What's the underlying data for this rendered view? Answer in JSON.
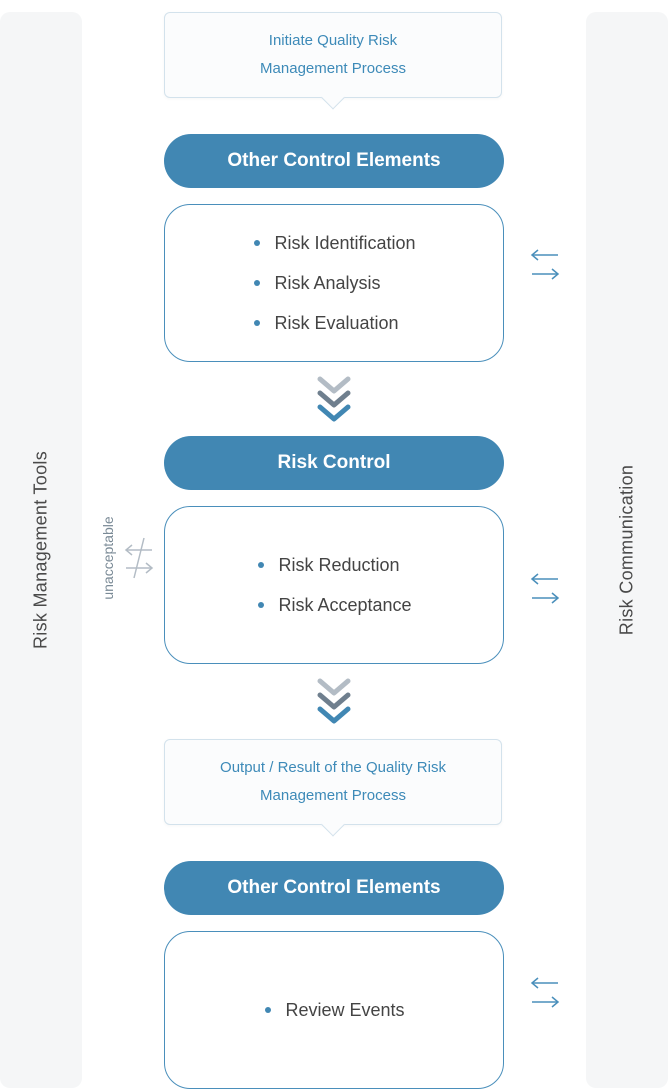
{
  "side_labels": {
    "left": "Risk Management Tools",
    "right": "Risk Communication"
  },
  "start_callout": {
    "line1": "Initiate Quality  Risk",
    "line2": "Management Process"
  },
  "stage1": {
    "header": "Other Control Elements",
    "items": [
      "Risk Identification",
      "Risk Analysis",
      "Risk Evaluation"
    ]
  },
  "stage2": {
    "header": "Risk Control",
    "items": [
      "Risk Reduction",
      "Risk Acceptance"
    ]
  },
  "unacceptable_label": "unacceptable",
  "output_callout": {
    "line1": "Output / Result of  the Quality Risk",
    "line2": "Management Process"
  },
  "stage3": {
    "header": "Other Control Elements",
    "items": [
      "Review Events"
    ]
  },
  "colors": {
    "accent": "#4187b3",
    "callout_text": "#3d8ab8",
    "panel": "#f5f6f7",
    "chevron_light": "#b3bcc5",
    "chevron_mid": "#6f7f8e"
  }
}
